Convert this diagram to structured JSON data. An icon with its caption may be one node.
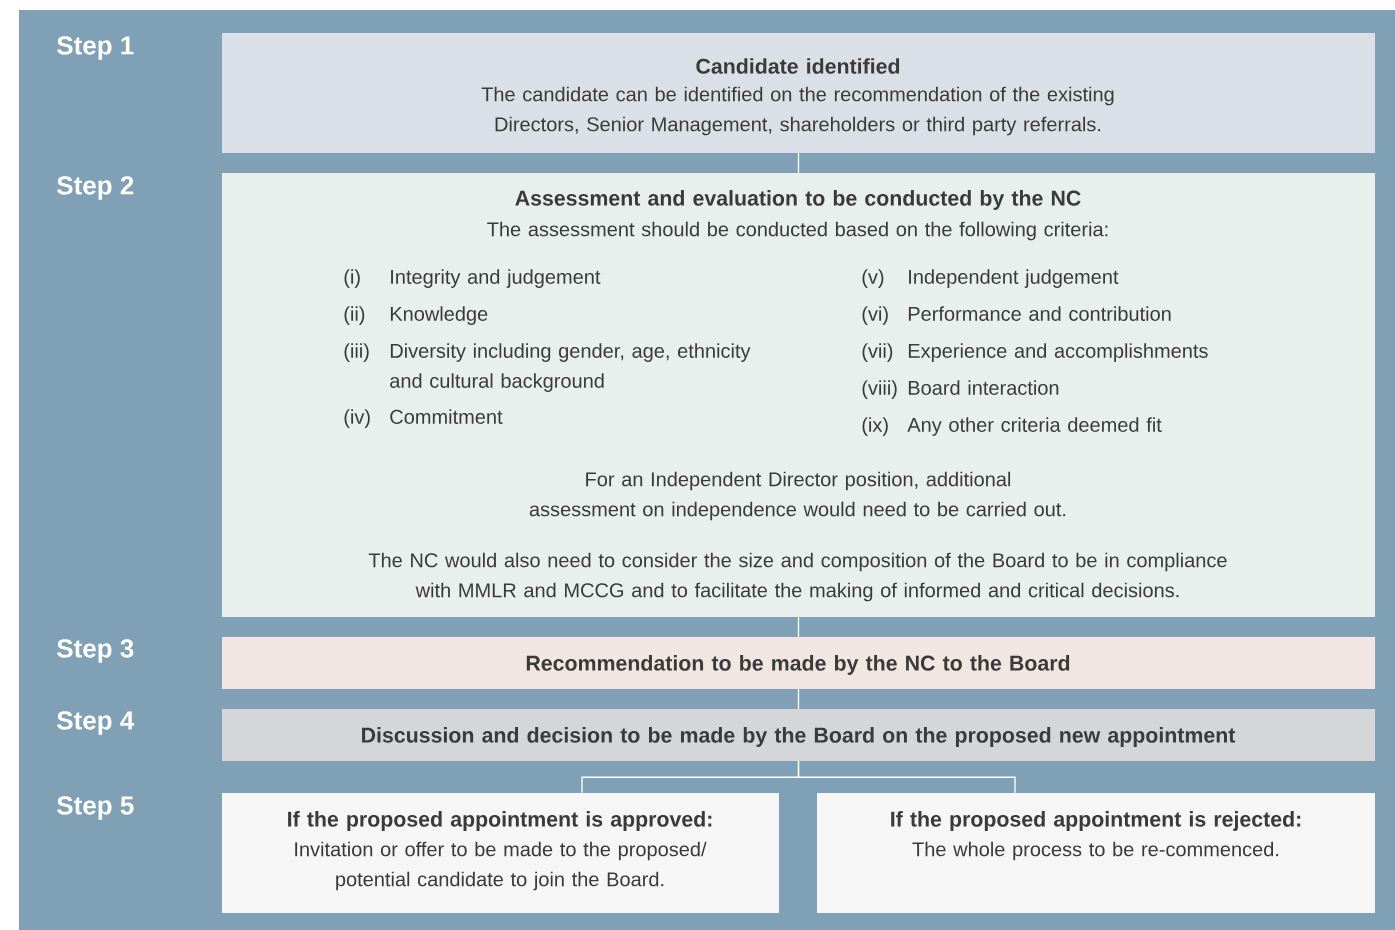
{
  "diagram": {
    "nodes": [
      {
        "text": [
          "Candidate identified",
          "The candidate can be identified on the recommendation of the existing Directors, Senior Management, shareholders or third party referrals."
        ]
      },
      {
        "text": [
          "Assessment and evaluation to be conducted by the NC",
          "The assessment should be conducted based on the following criteria:",
          "(i)",
          "Integrity and judgement",
          "(ii)",
          "Knowledge",
          "(iii)",
          "Diversity including gender, age, ethnicity and cultural background",
          "(iv)",
          "Commitment",
          "(v)",
          "Independent judgement",
          "(vi)",
          "Performance and contribution",
          "(vii)",
          "Experience and accomplishments",
          "(viii)",
          "Board interaction",
          "(ix)",
          "Any other criteria deemed fit",
          "For an Independent Director position, additional assessment on independence would need to be carried out.",
          "The NC would also need to consider the size and composition of the Board to be in compliance with MMLR and MCCG and to facilitate the making of informed and critical decisions."
        ]
      },
      {
        "text": [
          "Recommendation to be made by the NC to the Board"
        ]
      },
      {
        "text": [
          "Discussion and decision to be made by the Board on the proposed new appointment"
        ]
      },
      {
        "text": [
          "If the proposed appointment is approved:",
          "Invitation or offer to be made to the proposed/ potential candidate to join the Board."
        ]
      },
      {
        "text": [
          "If the proposed appointment is rejected:",
          "The whole process to be re-commenced."
        ]
      }
    ],
    "edges": [
      {
        "from": 0,
        "to": 1,
        "arrow": "none"
      },
      {
        "from": 1,
        "to": 2,
        "arrow": "none"
      },
      {
        "from": 2,
        "to": 3,
        "arrow": "none"
      },
      {
        "from": 3,
        "to": 4,
        "arrow": "none"
      },
      {
        "from": 3,
        "to": 5,
        "arrow": "none"
      }
    ],
    "labels": [
      "Step 1",
      "Step 2",
      "Step 3",
      "Step 4",
      "Step 5"
    ]
  }
}
